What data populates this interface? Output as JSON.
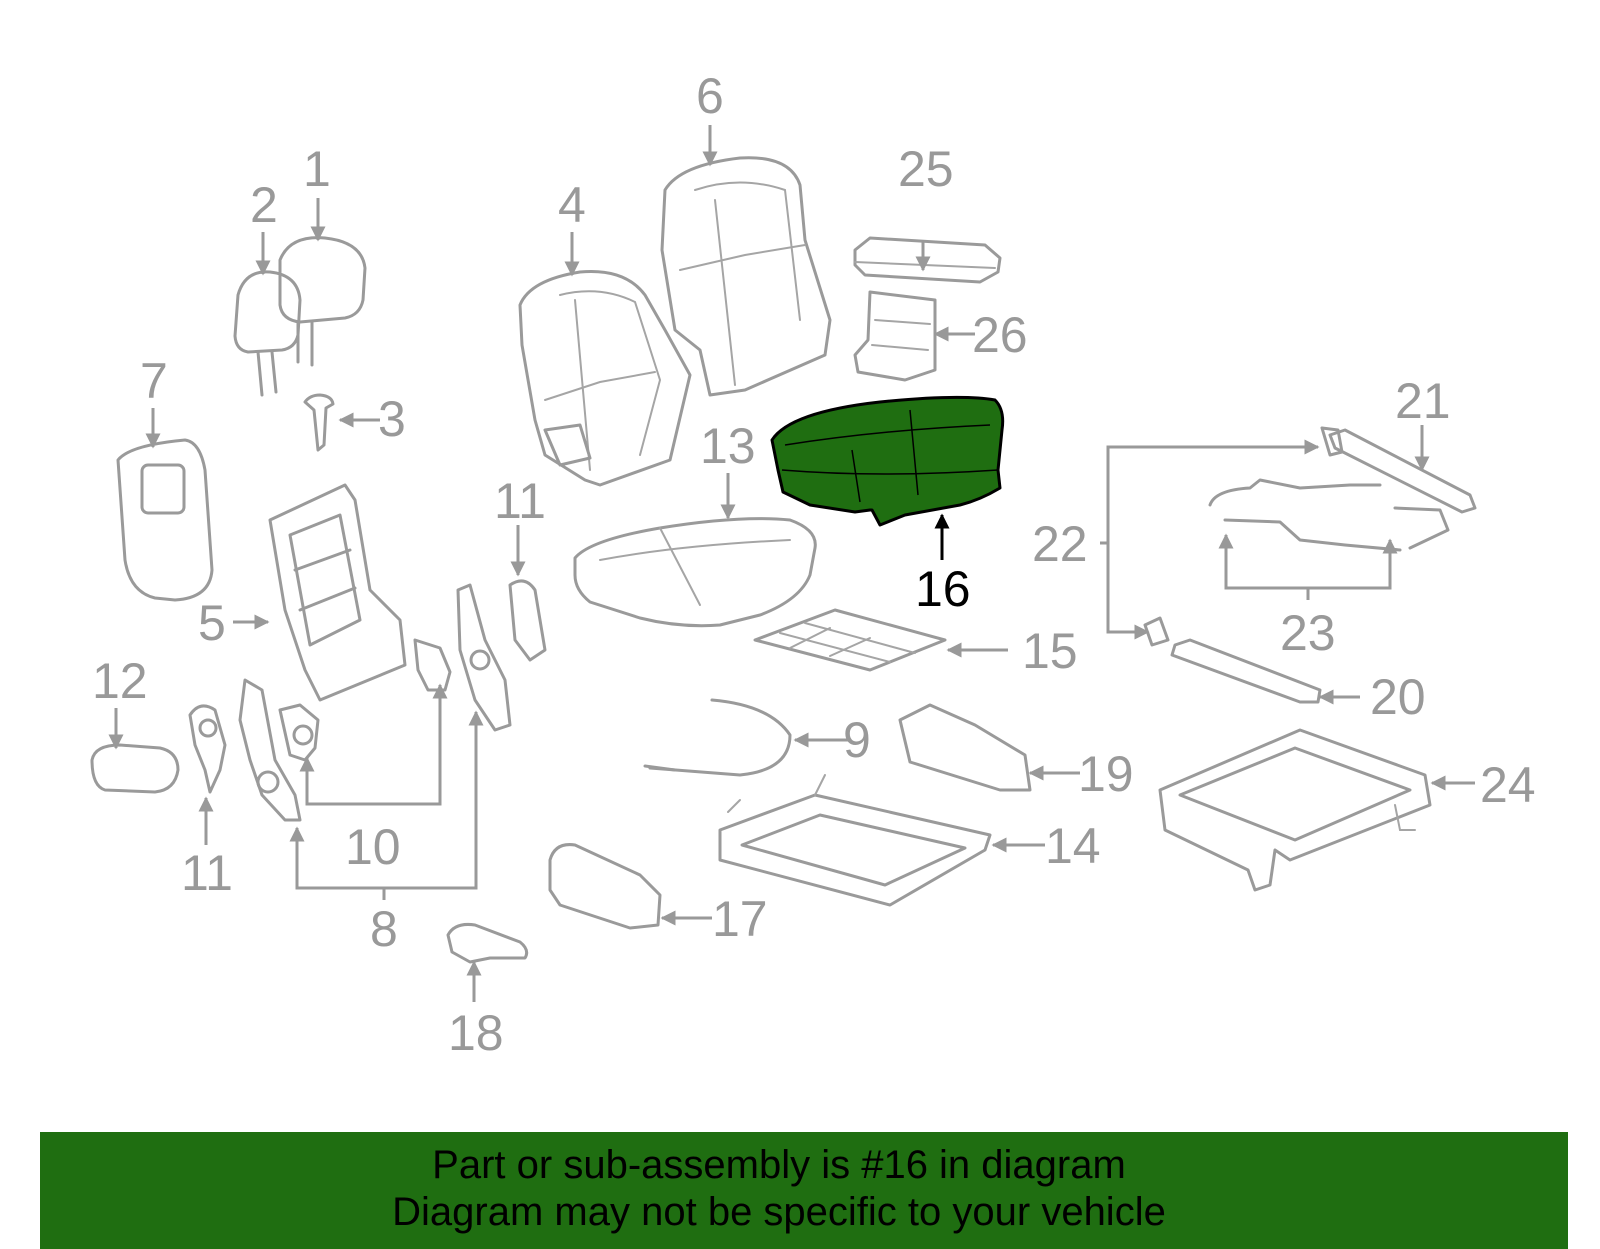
{
  "callouts": {
    "c1": "1",
    "c2": "2",
    "c3": "3",
    "c4": "4",
    "c5": "5",
    "c6": "6",
    "c7": "7",
    "c8": "8",
    "c9": "9",
    "c10": "10",
    "c11a": "11",
    "c11b": "11",
    "c12": "12",
    "c13": "13",
    "c14": "14",
    "c15": "15",
    "c16": "16",
    "c17": "17",
    "c18": "18",
    "c19": "19",
    "c20": "20",
    "c21": "21",
    "c22": "22",
    "c23": "23",
    "c24": "24",
    "c25": "25",
    "c26": "26"
  },
  "highlighted_part": "16",
  "colors": {
    "highlight": "#1f6e11",
    "part_line": "#9a9a9a",
    "banner": "#1f6e11"
  },
  "banner": {
    "line1": "Part or sub-assembly is #16 in diagram",
    "line2": "Diagram may not be specific to your vehicle"
  }
}
